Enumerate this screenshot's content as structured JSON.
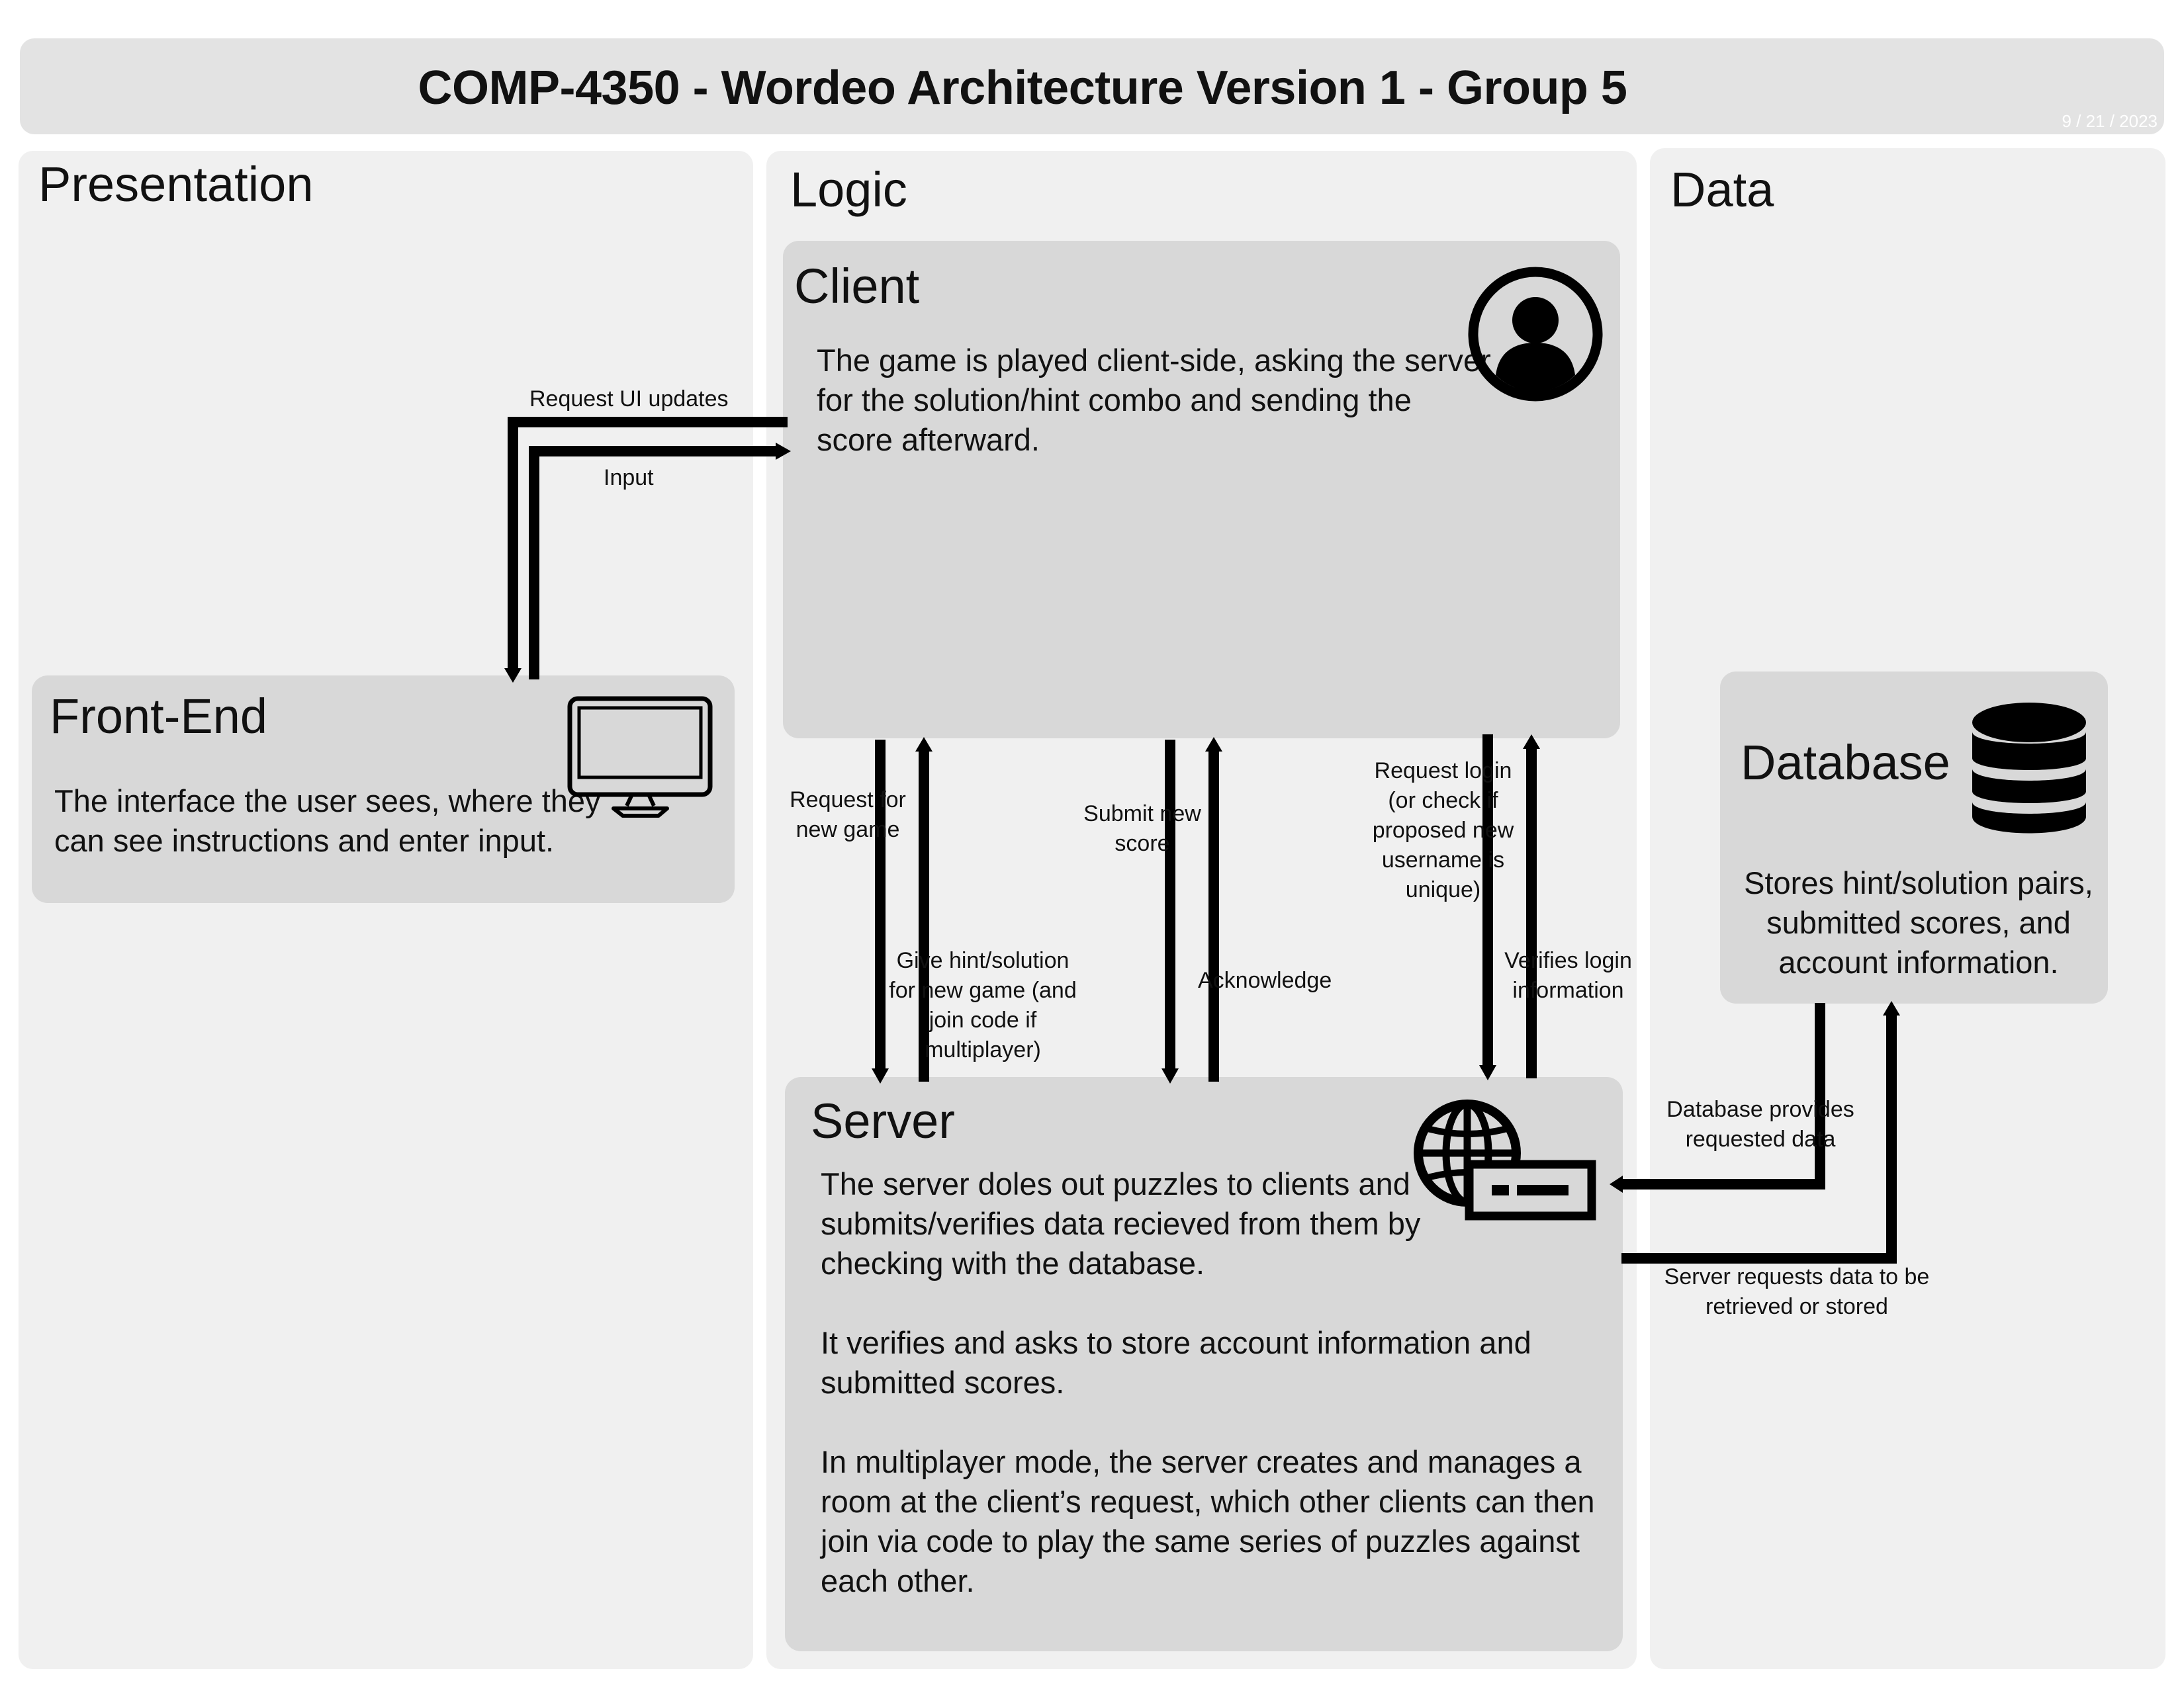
{
  "title": "COMP-4350 - Wordeo Architecture Version 1 - Group 5",
  "date": "9 / 21 / 2023",
  "columns": {
    "presentation": "Presentation",
    "logic": "Logic",
    "data": "Data"
  },
  "boxes": {
    "client": {
      "title": "Client",
      "description": "The game is played client-side, asking the server for the solution/hint combo and sending the score afterward.",
      "icon": "user-circle-icon"
    },
    "frontend": {
      "title": "Front-End",
      "description": "The interface the user sees, where they can see instructions and enter input.",
      "icon": "monitor-icon"
    },
    "database": {
      "title": "Database",
      "description": "Stores hint/solution pairs, submitted scores, and account information.",
      "icon": "database-icon"
    },
    "server": {
      "title": "Server",
      "paragraphs": [
        "The server doles out puzzles to clients and submits/verifies data recieved from them by checking with the database.",
        "It verifies and asks to store account information and submitted scores.",
        "In multiplayer mode, the server creates and manages a room at the client’s request, which other clients can then join via code to play the same series of puzzles against each other."
      ],
      "icon": "globe-server-icon"
    }
  },
  "arrows": {
    "request_ui_updates": "Request UI updates",
    "input": "Input",
    "request_new_game": "Request for new game",
    "give_hint_solution": "Give hint/solution for new game (and join code if multiplayer)",
    "submit_new_score": "Submit new score",
    "acknowledge": "Acknowledge",
    "request_login": "Request login (or check if proposed new username is unique)",
    "verifies_login": "Verifies login information",
    "database_provides": "Database provides requested data",
    "server_requests": "Server requests data to be retrieved or stored"
  }
}
